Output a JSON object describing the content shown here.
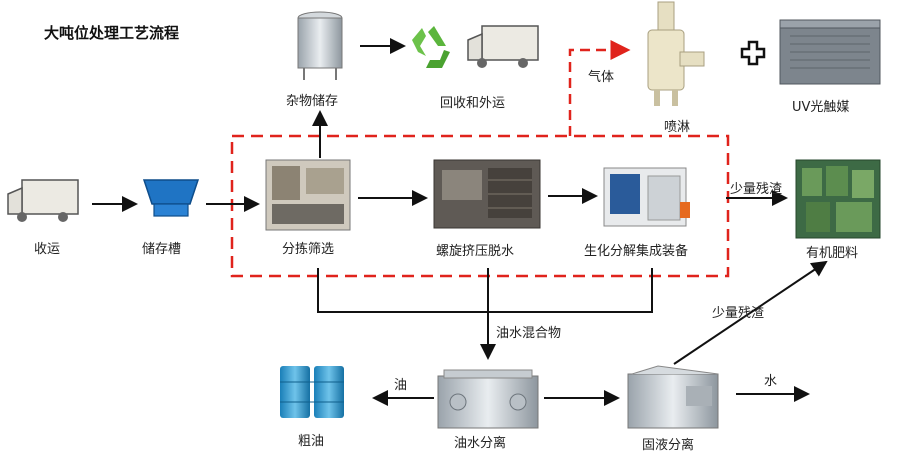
{
  "title": "大吨位处理工艺流程",
  "labels": {
    "collect": "收运",
    "tank": "储存槽",
    "debris": "杂物储存",
    "recycle": "回收和外运",
    "gas": "气体",
    "spray": "喷淋",
    "uv": "UV光触媒",
    "sort": "分拣筛选",
    "screw": "螺旋挤压脱水",
    "bio": "生化分解集成装备",
    "residue1": "少量残渣",
    "fertilizer": "有机肥料",
    "oilwater": "油水混合物",
    "residue2": "少量残渣",
    "oil": "油",
    "crudeoil": "粗油",
    "oilsep": "油水分离",
    "solidsep": "固液分离",
    "water": "水"
  },
  "icons": {
    "truck": "truck-icon",
    "recycle": "recycle-icon",
    "plus": "plus-icon"
  },
  "colors": {
    "dashed_box": "#e0231c",
    "recycle_green": "#5bb53c",
    "tank_blue": "#1f74c4",
    "arrow": "#111111"
  }
}
